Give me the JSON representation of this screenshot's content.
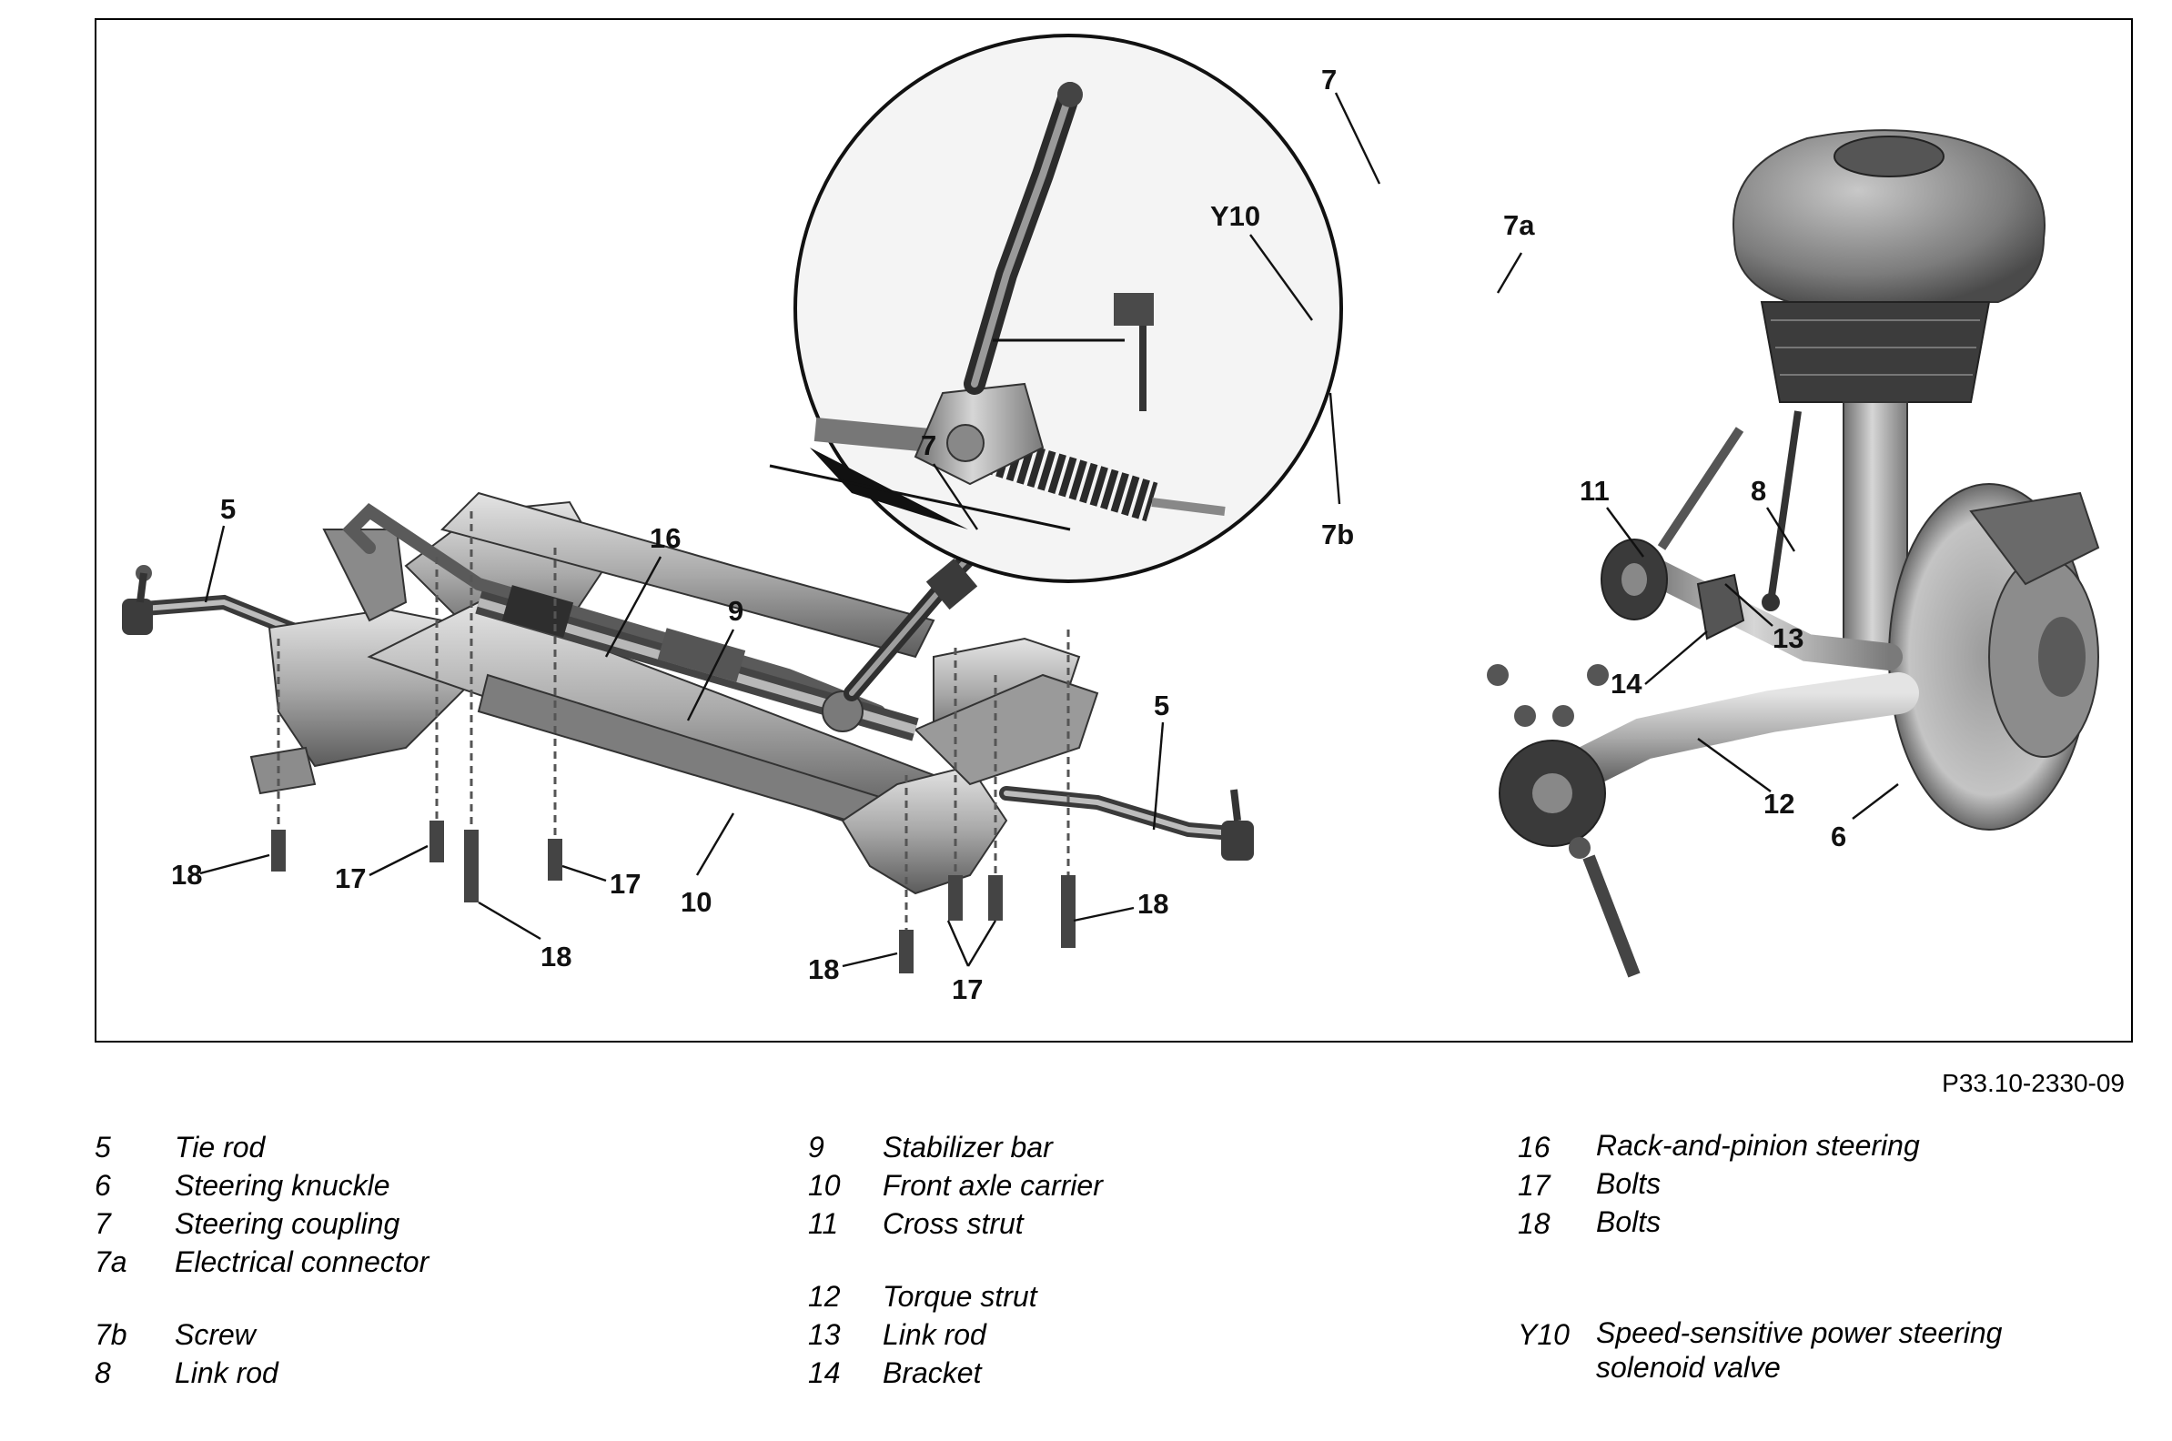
{
  "figure_id": "P33.10-2330-09",
  "callouts": {
    "c5_left": "5",
    "c16": "16",
    "c9": "9",
    "c7": "7",
    "c5_right": "5",
    "c10": "10",
    "c18_a": "18",
    "c17_a": "17",
    "c18_b": "18",
    "c17_b": "17",
    "c18_c": "18",
    "c17_c": "17",
    "c18_d": "18",
    "detail_7": "7",
    "detail_y10": "Y10",
    "detail_7a": "7a",
    "detail_7b": "7b",
    "c11": "11",
    "c8": "8",
    "c13": "13",
    "c14": "14",
    "c12": "12",
    "c6": "6"
  },
  "legend": {
    "column_a": [
      {
        "num": "5",
        "desc": "Tie rod"
      },
      {
        "num": "6",
        "desc": "Steering knuckle"
      },
      {
        "num": "7",
        "desc": "Steering coupling"
      },
      {
        "num": "7a",
        "desc": "Electrical connector"
      },
      {
        "num": "7b",
        "desc": "Screw"
      },
      {
        "num": "8",
        "desc": "Link rod"
      }
    ],
    "column_b": [
      {
        "num": "9",
        "desc": "Stabilizer bar"
      },
      {
        "num": "10",
        "desc": "Front axle carrier"
      },
      {
        "num": "11",
        "desc": "Cross strut"
      },
      {
        "num": "12",
        "desc": "Torque strut"
      },
      {
        "num": "13",
        "desc": "Link rod"
      },
      {
        "num": "14",
        "desc": "Bracket"
      }
    ],
    "column_c": [
      {
        "num": "16",
        "desc": "Rack-and-pinion steering"
      },
      {
        "num": "17",
        "desc": "Bolts"
      },
      {
        "num": "18",
        "desc": "Bolts"
      },
      {
        "num": "Y10",
        "desc": "Speed-sensitive power steering solenoid valve"
      }
    ]
  }
}
